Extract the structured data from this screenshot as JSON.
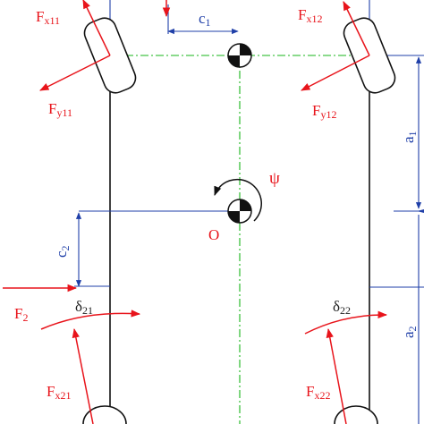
{
  "colors": {
    "force": "#e8141b",
    "dimension": "#1f3fa8",
    "centerline": "#17b51a",
    "body": "#111111"
  },
  "labels": {
    "fx11": {
      "main": "F",
      "sub": "x11"
    },
    "fy11": {
      "main": "F",
      "sub": "y11"
    },
    "fx12": {
      "main": "F",
      "sub": "x12"
    },
    "fy12": {
      "main": "F",
      "sub": "y12"
    },
    "f2": {
      "main": "F",
      "sub": "2"
    },
    "fx21": {
      "main": "F",
      "sub": "x21"
    },
    "fx22": {
      "main": "F",
      "sub": "x22"
    },
    "delta21": {
      "main": "δ",
      "sub": "21"
    },
    "delta22": {
      "main": "δ",
      "sub": "22"
    },
    "c1": {
      "main": "c",
      "sub": "1"
    },
    "c2": {
      "main": "c",
      "sub": "2"
    },
    "a1": {
      "main": "a",
      "sub": "1"
    },
    "a2": {
      "main": "a",
      "sub": "2"
    },
    "psi": "ψ",
    "origin": "O"
  },
  "symbols": {
    "center_of_gravity": "cg-marker-icon",
    "rotation": "yaw-arrow-icon",
    "wheel": "tire-icon"
  }
}
